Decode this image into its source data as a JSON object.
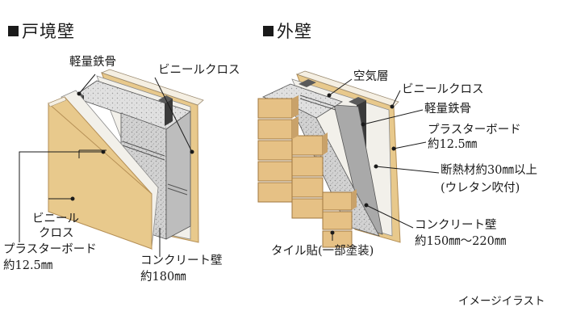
{
  "sections": {
    "left": {
      "title": "戸境壁",
      "labels": {
        "steel": "軽量鉄骨",
        "vinyl_right": "ビニールクロス",
        "vinyl_left_1": "ビニール",
        "vinyl_left_2": "クロス",
        "plaster_1": "プラスターボード",
        "plaster_2": "約12.5㎜",
        "concrete_1": "コンクリート壁",
        "concrete_2": "約180㎜"
      }
    },
    "right": {
      "title": "外壁",
      "labels": {
        "air": "空気層",
        "vinyl": "ビニールクロス",
        "steel": "軽量鉄骨",
        "plaster_1": "プラスターボード",
        "plaster_2": "約12.5㎜",
        "insulation_1": "断熱材約30㎜以上",
        "insulation_2": "(ウレタン吹付)",
        "concrete_1": "コンクリート壁",
        "concrete_2": "約150㎜～220㎜",
        "tile": "タイル貼(一部塗装)"
      }
    }
  },
  "caption": "イメージイラスト",
  "colors": {
    "board": "#e8c98c",
    "board_edge": "#c9a56a",
    "plaster": "#f2f0ea",
    "concrete": "#cfcfcf",
    "steel": "#4a4a4a",
    "brick": "#e6c185",
    "line": "#1a1a1a"
  }
}
